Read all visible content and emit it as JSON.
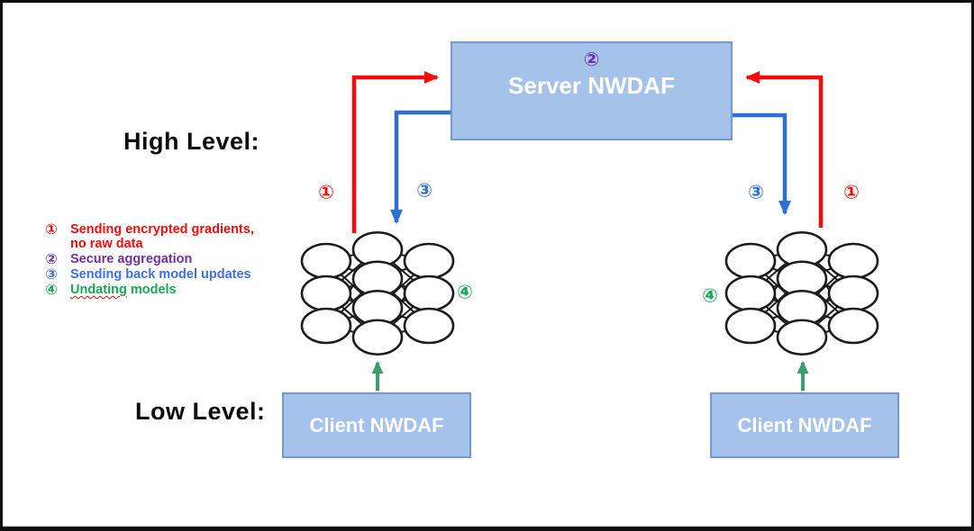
{
  "colors": {
    "ink": "#0d0d0d",
    "red": "#f90a0a",
    "blue_arrow": "#2e6fd2",
    "blue_text": "#3e6fe4",
    "purple": "#7030a0",
    "green_arrow": "#38a169",
    "green_text": "#17a657",
    "box_fill": "#a5c3ea",
    "box_border": "#7598d1",
    "net": "#1c1c1c"
  },
  "labels": {
    "high_level": "High Level:",
    "low_level": "Low Level:"
  },
  "server": {
    "badge": "②",
    "title": "Server NWDAF"
  },
  "clients": {
    "left": {
      "title": "Client NWDAF"
    },
    "right": {
      "title": "Client NWDAF"
    }
  },
  "annotations": {
    "left_red": "①",
    "left_blue": "③",
    "right_blue": "③",
    "right_red": "①",
    "left_green": "④",
    "right_green": "④"
  },
  "legend": {
    "items": [
      {
        "num": "①",
        "text": "Sending encrypted gradients,",
        "text2": "no raw data"
      },
      {
        "num": "②",
        "text": "Secure aggregation"
      },
      {
        "num": "③",
        "text": "Sending back model updates"
      },
      {
        "num": "④",
        "word": "Undating",
        "text": "models"
      }
    ]
  },
  "network": {
    "layers": [
      3,
      4,
      3
    ]
  }
}
